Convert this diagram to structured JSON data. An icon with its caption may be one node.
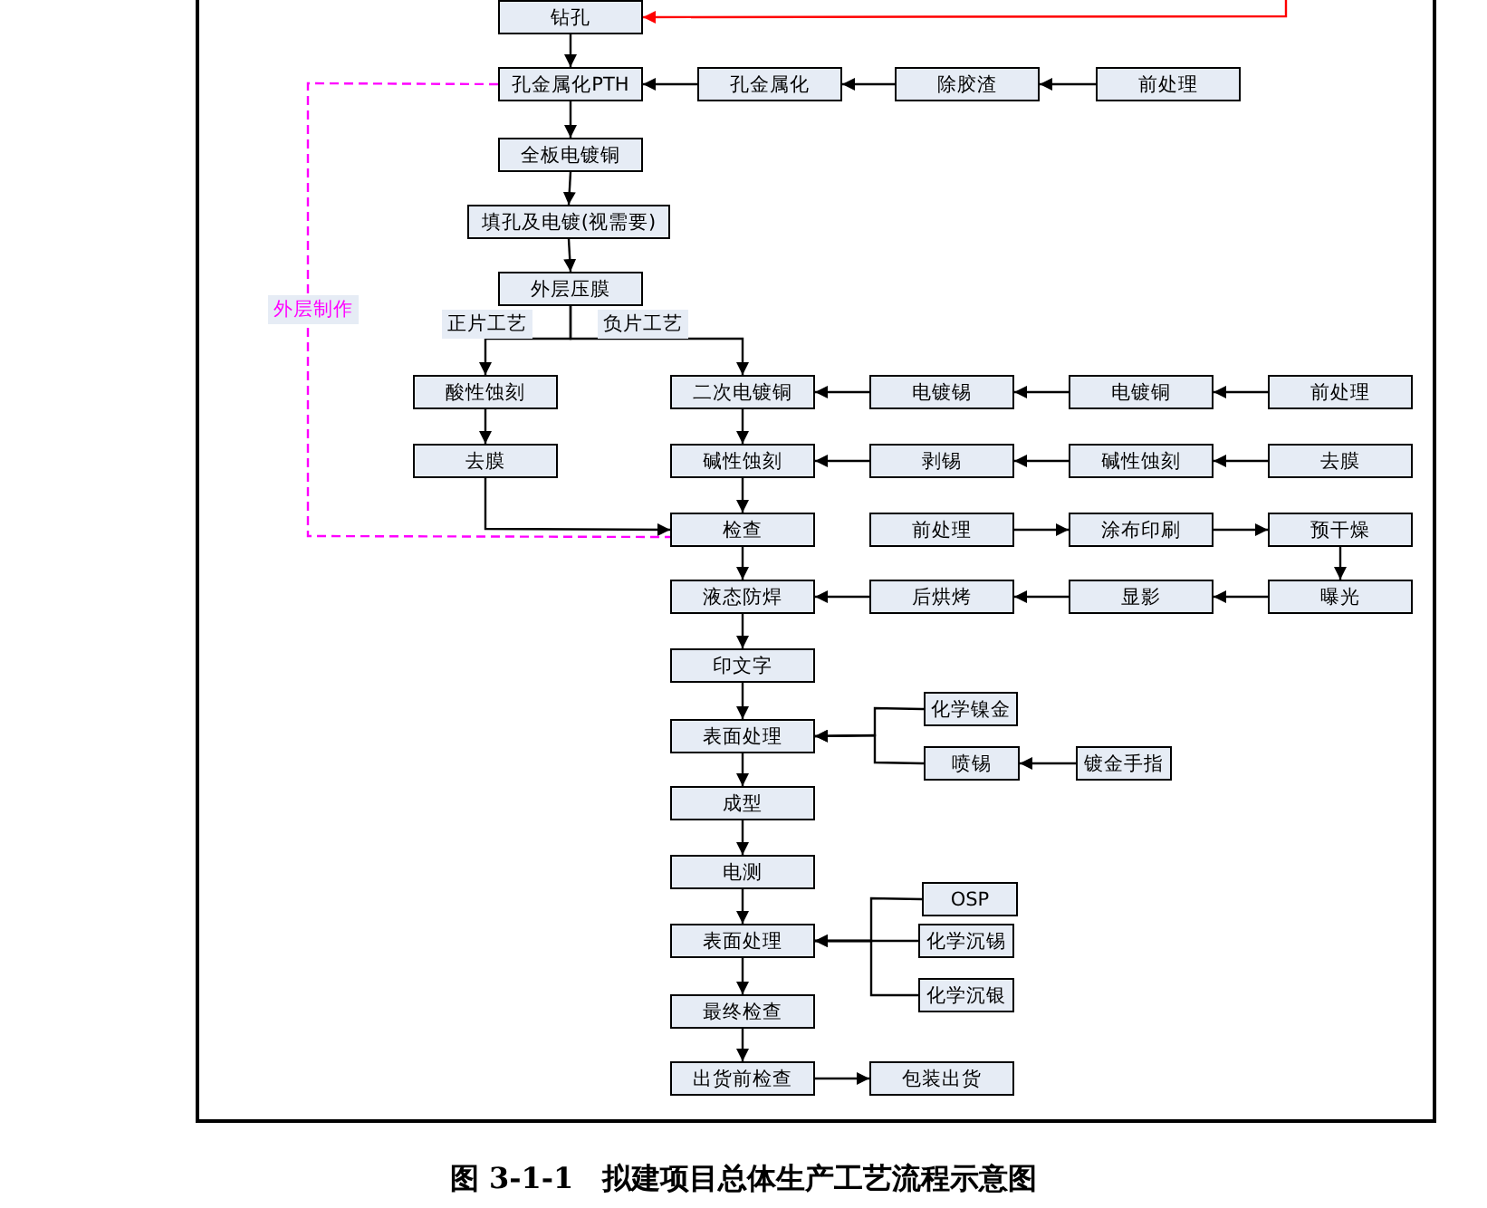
{
  "diagram": {
    "caption": "图 3-1-1　拟建项目总体生产工艺流程示意图",
    "nodes": [
      {
        "text": [
          "钻孔"
        ]
      },
      {
        "text": [
          "孔金属化PTH"
        ]
      },
      {
        "text": [
          "孔金属化"
        ]
      },
      {
        "text": [
          "除胶渣"
        ]
      },
      {
        "text": [
          "前处理"
        ]
      },
      {
        "text": [
          "全板电镀铜"
        ]
      },
      {
        "text": [
          "填孔及电镀(视需要)"
        ]
      },
      {
        "text": [
          "外层压膜"
        ]
      },
      {
        "text": [
          "酸性蚀刻"
        ]
      },
      {
        "text": [
          "去膜"
        ]
      },
      {
        "text": [
          "二次电镀铜"
        ]
      },
      {
        "text": [
          "电镀锡"
        ]
      },
      {
        "text": [
          "电镀铜"
        ]
      },
      {
        "text": [
          "前处理"
        ]
      },
      {
        "text": [
          "碱性蚀刻"
        ]
      },
      {
        "text": [
          "剥锡"
        ]
      },
      {
        "text": [
          "碱性蚀刻"
        ]
      },
      {
        "text": [
          "去膜"
        ]
      },
      {
        "text": [
          "检查"
        ]
      },
      {
        "text": [
          "前处理"
        ]
      },
      {
        "text": [
          "涂布印刷"
        ]
      },
      {
        "text": [
          "预干燥"
        ]
      },
      {
        "text": [
          "液态防焊"
        ]
      },
      {
        "text": [
          "后烘烤"
        ]
      },
      {
        "text": [
          "显影"
        ]
      },
      {
        "text": [
          "曝光"
        ]
      },
      {
        "text": [
          "印文字"
        ]
      },
      {
        "text": [
          "表面处理"
        ]
      },
      {
        "text": [
          "化学镍金"
        ]
      },
      {
        "text": [
          "喷锡"
        ]
      },
      {
        "text": [
          "镀金手指"
        ]
      },
      {
        "text": [
          "成型"
        ]
      },
      {
        "text": [
          "电测"
        ]
      },
      {
        "text": [
          "表面处理"
        ]
      },
      {
        "text": [
          "OSP"
        ]
      },
      {
        "text": [
          "化学沉锡"
        ]
      },
      {
        "text": [
          "化学沉银"
        ]
      },
      {
        "text": [
          "最终检查"
        ]
      },
      {
        "text": [
          "出货前检查"
        ]
      },
      {
        "text": [
          "包装出货"
        ]
      }
    ],
    "edges": [
      {
        "from": null,
        "to": 0,
        "arrow": "to",
        "color": "#ff0000"
      },
      {
        "from": 0,
        "to": 1,
        "arrow": "to"
      },
      {
        "from": 4,
        "to": 3,
        "arrow": "to"
      },
      {
        "from": 3,
        "to": 2,
        "arrow": "to"
      },
      {
        "from": 2,
        "to": 1,
        "arrow": "to"
      },
      {
        "from": 1,
        "to": 5,
        "arrow": "to"
      },
      {
        "from": 5,
        "to": 6,
        "arrow": "to"
      },
      {
        "from": 6,
        "to": 7,
        "arrow": "to"
      },
      {
        "from": 7,
        "to": 8,
        "arrow": "to",
        "label": "正片工艺"
      },
      {
        "from": 7,
        "to": 10,
        "arrow": "to",
        "label": "负片工艺"
      },
      {
        "from": 8,
        "to": 9,
        "arrow": "to"
      },
      {
        "from": 9,
        "to": 18,
        "arrow": "to"
      },
      {
        "from": 13,
        "to": 12,
        "arrow": "to"
      },
      {
        "from": 12,
        "to": 11,
        "arrow": "to"
      },
      {
        "from": 11,
        "to": 10,
        "arrow": "to"
      },
      {
        "from": 10,
        "to": 14,
        "arrow": "to"
      },
      {
        "from": 17,
        "to": 16,
        "arrow": "to"
      },
      {
        "from": 16,
        "to": 15,
        "arrow": "to"
      },
      {
        "from": 15,
        "to": 14,
        "arrow": "to"
      },
      {
        "from": 14,
        "to": 18,
        "arrow": "to"
      },
      {
        "from": 1,
        "to": 18,
        "arrow": "none",
        "style": "dashed",
        "color": "#ff00ff",
        "label": "外层制作"
      },
      {
        "from": 18,
        "to": 22,
        "arrow": "to"
      },
      {
        "from": 19,
        "to": 20,
        "arrow": "to"
      },
      {
        "from": 20,
        "to": 21,
        "arrow": "to"
      },
      {
        "from": 21,
        "to": 25,
        "arrow": "to"
      },
      {
        "from": 25,
        "to": 24,
        "arrow": "to"
      },
      {
        "from": 24,
        "to": 23,
        "arrow": "to"
      },
      {
        "from": 23,
        "to": 22,
        "arrow": "to"
      },
      {
        "from": 22,
        "to": 26,
        "arrow": "to"
      },
      {
        "from": 26,
        "to": 27,
        "arrow": "to"
      },
      {
        "from": 28,
        "to": 27,
        "arrow": "to"
      },
      {
        "from": 29,
        "to": 27,
        "arrow": "to"
      },
      {
        "from": 30,
        "to": 29,
        "arrow": "to"
      },
      {
        "from": 27,
        "to": 31,
        "arrow": "to"
      },
      {
        "from": 31,
        "to": 32,
        "arrow": "to"
      },
      {
        "from": 32,
        "to": 33,
        "arrow": "to"
      },
      {
        "from": 34,
        "to": 33,
        "arrow": "to"
      },
      {
        "from": 35,
        "to": 33,
        "arrow": "to"
      },
      {
        "from": 36,
        "to": 33,
        "arrow": "to"
      },
      {
        "from": 33,
        "to": 37,
        "arrow": "to"
      },
      {
        "from": 37,
        "to": 38,
        "arrow": "to"
      },
      {
        "from": 38,
        "to": 39,
        "arrow": "to"
      }
    ]
  }
}
